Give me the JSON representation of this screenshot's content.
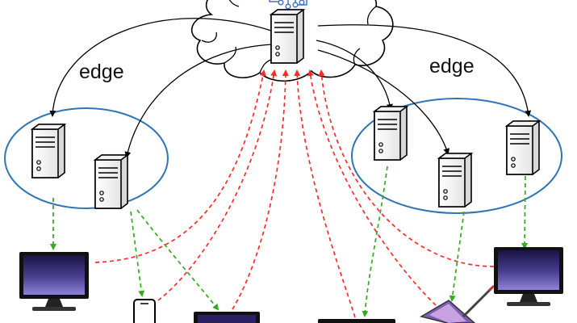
{
  "labels": {
    "edge_left": "edge",
    "edge_right": "edge"
  },
  "colors": {
    "edge_cluster_outline": "#2e75b6",
    "cloud_link": "#000000",
    "device_to_cloud": "#ff2a2a",
    "edge_to_device": "#33aa1f",
    "cloud_icon": "#4472c4",
    "screen_gradient_top": "#1a1444",
    "screen_gradient_bottom": "#8e83d8"
  },
  "icons": {
    "cloud": "cloud-shape",
    "cloud_emblem": "network-circuit-icon",
    "server": "server-tower-icon",
    "monitor": "monitor-icon",
    "phone": "smartphone-icon",
    "laptop": "laptop-icon",
    "tablet": "tablet-with-stylus-icon"
  }
}
